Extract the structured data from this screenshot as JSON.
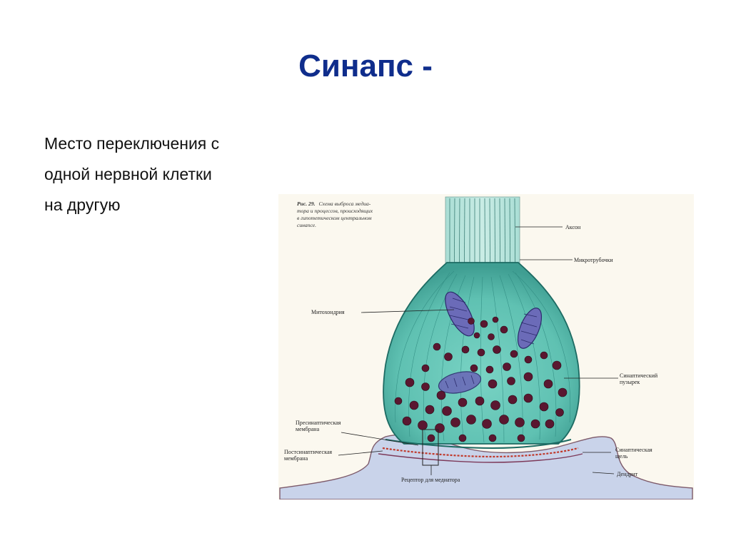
{
  "title": "Синапс -",
  "text_lines": [
    "Место переключения с",
    "одной нервной клетки",
    "на другую"
  ],
  "figure": {
    "caption_prefix": "Рис. 29.",
    "caption_lines": [
      "Схема выброса медиа-",
      "тора и процессов, происходящих",
      "в гипотетическом центральном",
      "синапсе."
    ],
    "labels": {
      "axon": "Аксон",
      "microtubules": "Микротрубочки",
      "mitochondria": "Митохондрия",
      "vesicle_1": "Синаптический",
      "vesicle_2": "пузырек",
      "presyn_1": "Пресинаптическая",
      "presyn_2": "мембрана",
      "postsyn_1": "Постсинаптическая",
      "postsyn_2": "мембрана",
      "cleft_1": "Синаптическая",
      "cleft_2": "щель",
      "dendrite": "Дендрит",
      "receptor": "Рецептор для медиатора"
    },
    "colors": {
      "terminal_fill": "#5fc1b2",
      "terminal_outline": "#1d6b63",
      "vesicle": "#5a1730",
      "mitochondria": "#6b6bb8",
      "dendrite_fill": "#c9d3ea",
      "cleft": "#c0392b"
    }
  }
}
